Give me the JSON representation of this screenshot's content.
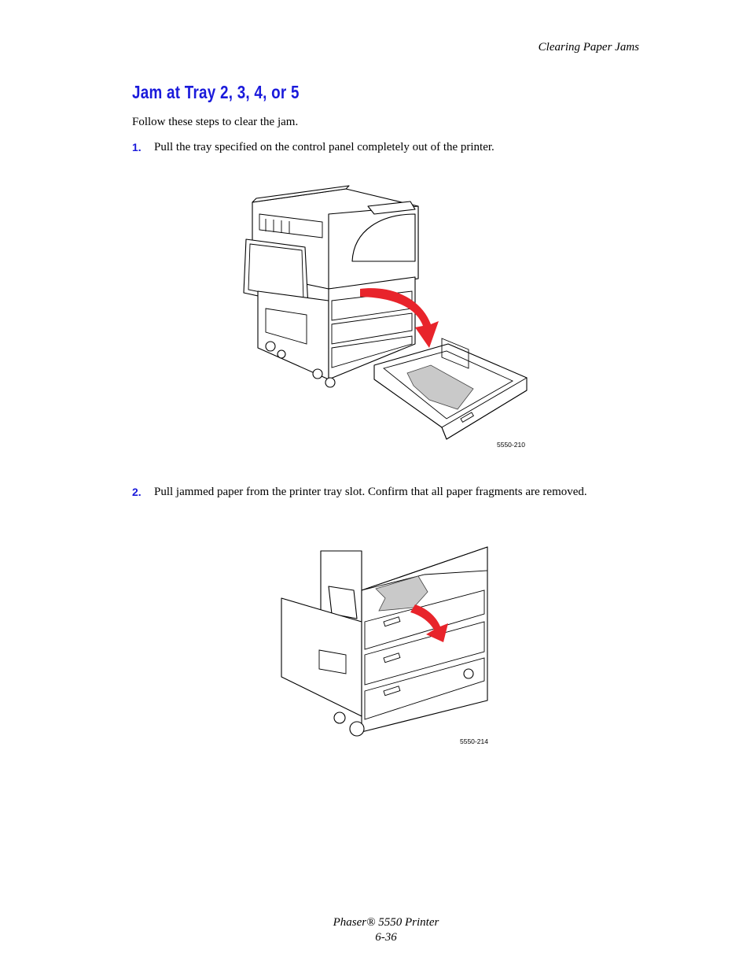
{
  "header": {
    "section": "Clearing Paper Jams"
  },
  "title": "Jam at Tray 2, 3, 4, or 5",
  "intro": "Follow these steps to clear the jam.",
  "steps": [
    {
      "number": "1.",
      "text": "Pull the tray specified on the control panel completely out of the printer.",
      "figure_id": "5550-210"
    },
    {
      "number": "2.",
      "text": "Pull jammed paper from the printer tray slot. Confirm that all paper fragments are removed.",
      "figure_id": "5550-214"
    }
  ],
  "footer": {
    "product": "Phaser® 5550 Printer",
    "page": "6-36"
  },
  "colors": {
    "heading": "#1a1adb",
    "arrow": "#e8242b",
    "paper": "#c9c9c9"
  },
  "icons": [
    "printer-illustration",
    "tray-removal-arrow",
    "jammed-paper"
  ]
}
